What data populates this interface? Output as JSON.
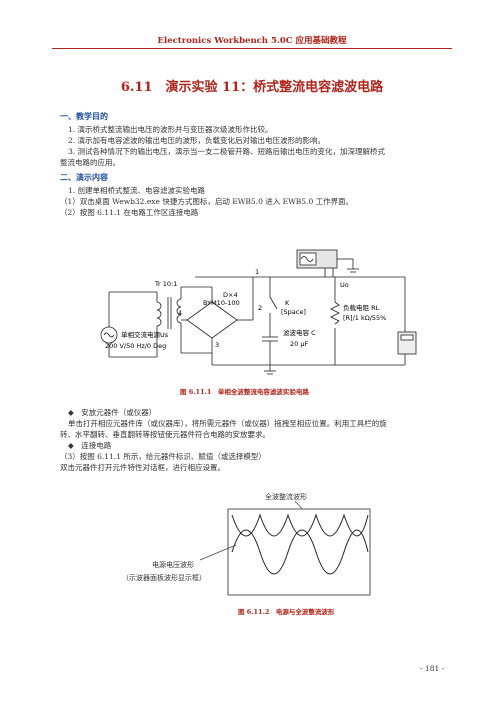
{
  "header": {
    "running_title": "Electronics Workbench 5.0C 应用基础教程"
  },
  "section_title": "6.11　演示实验 11：桥式整流电容滤波电路",
  "objectives": {
    "heading": "一、教学目的",
    "items": [
      "1. 演示桥式整流输出电压的波形并与变压器次级波形作比较。",
      "2. 演示加有电容滤波的输出电压的波形，负载变化后对输出电压波形的影响。",
      "3. 测试各种情况下的输出电压，演示当一支二极管开路、短路后输出电压的变化，加深理解桥式",
      "整流电路的应用。"
    ]
  },
  "content": {
    "heading": "二、演示内容",
    "items": [
      "1. 创建单相桥式整流、电容滤波实验电路",
      "（1）双击桌面 Wewb32.exe 快捷方式图标，启动 EWB5.0 进入 EWB5.0 工作界面。",
      "（2）按图 6.11.1 在电路工作区连接电路"
    ]
  },
  "circuit": {
    "label_tr": "Tr  10:1",
    "label_d": "D×4",
    "label_bym": "BYM10-100",
    "label_k": "K",
    "label_space": "[Space]",
    "label_source1": "单相交流电源Us",
    "label_source2": "200 V/50 Hz/0 Deg",
    "label_cap1": "滤波电容 C",
    "label_cap2": "20 μF",
    "label_load1": "负载电阻 RL",
    "label_load2": "[R]/1 kΩ/55%",
    "label_uo": "Uo",
    "node_1": "1",
    "node_2": "2",
    "node_3": "3",
    "node_4": "4"
  },
  "figure1_caption": "图 6.11.1　单相全波整流电容滤波实验电路",
  "steps": [
    "◆　安放元器件（或仪器）",
    "单击打开相应元器件库（或仪器库），将所需元器件（或仪器）拖拽至相应位置。利用工具栏的旋",
    "转、水平翻转、垂直翻转等按钮使元器件符合电路的安放要求。",
    "◆　连接电路",
    "（3）按图 6.11.1 所示，给元器件标识、赋值（或选择模型）",
    "双击元器件打开元件特性对话框，进行相应设置。"
  ],
  "figure2": {
    "label_fullwave": "全波整流波形",
    "label_source1": "电源电压波形",
    "label_source2": "（示波器面板波形显示框）"
  },
  "figure2_caption": "图 6.11.2　电源与全波整流波形",
  "page_number": "- 181 -",
  "colors": {
    "accent_red": "#b0241b",
    "heading_blue": "#1f4f9a"
  }
}
